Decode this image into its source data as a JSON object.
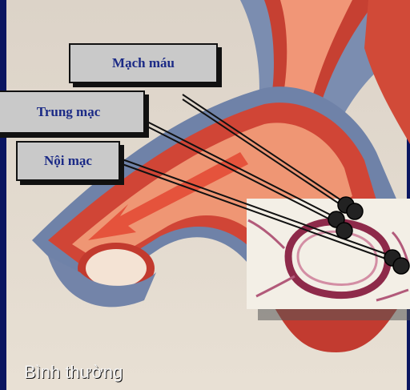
{
  "labels": {
    "blood_vessel": "Mạch máu",
    "media": "Trung mạc",
    "intima": "Nội mạc"
  },
  "caption": "Bình thường",
  "colors": {
    "background": "#0a1560",
    "label_box": "#c9c9c9",
    "label_text": "#1b2a86",
    "vessel_wall": "#d8463a",
    "vessel_lumen": "#f09a7a",
    "vessel_outer": "#6a7ea3"
  }
}
